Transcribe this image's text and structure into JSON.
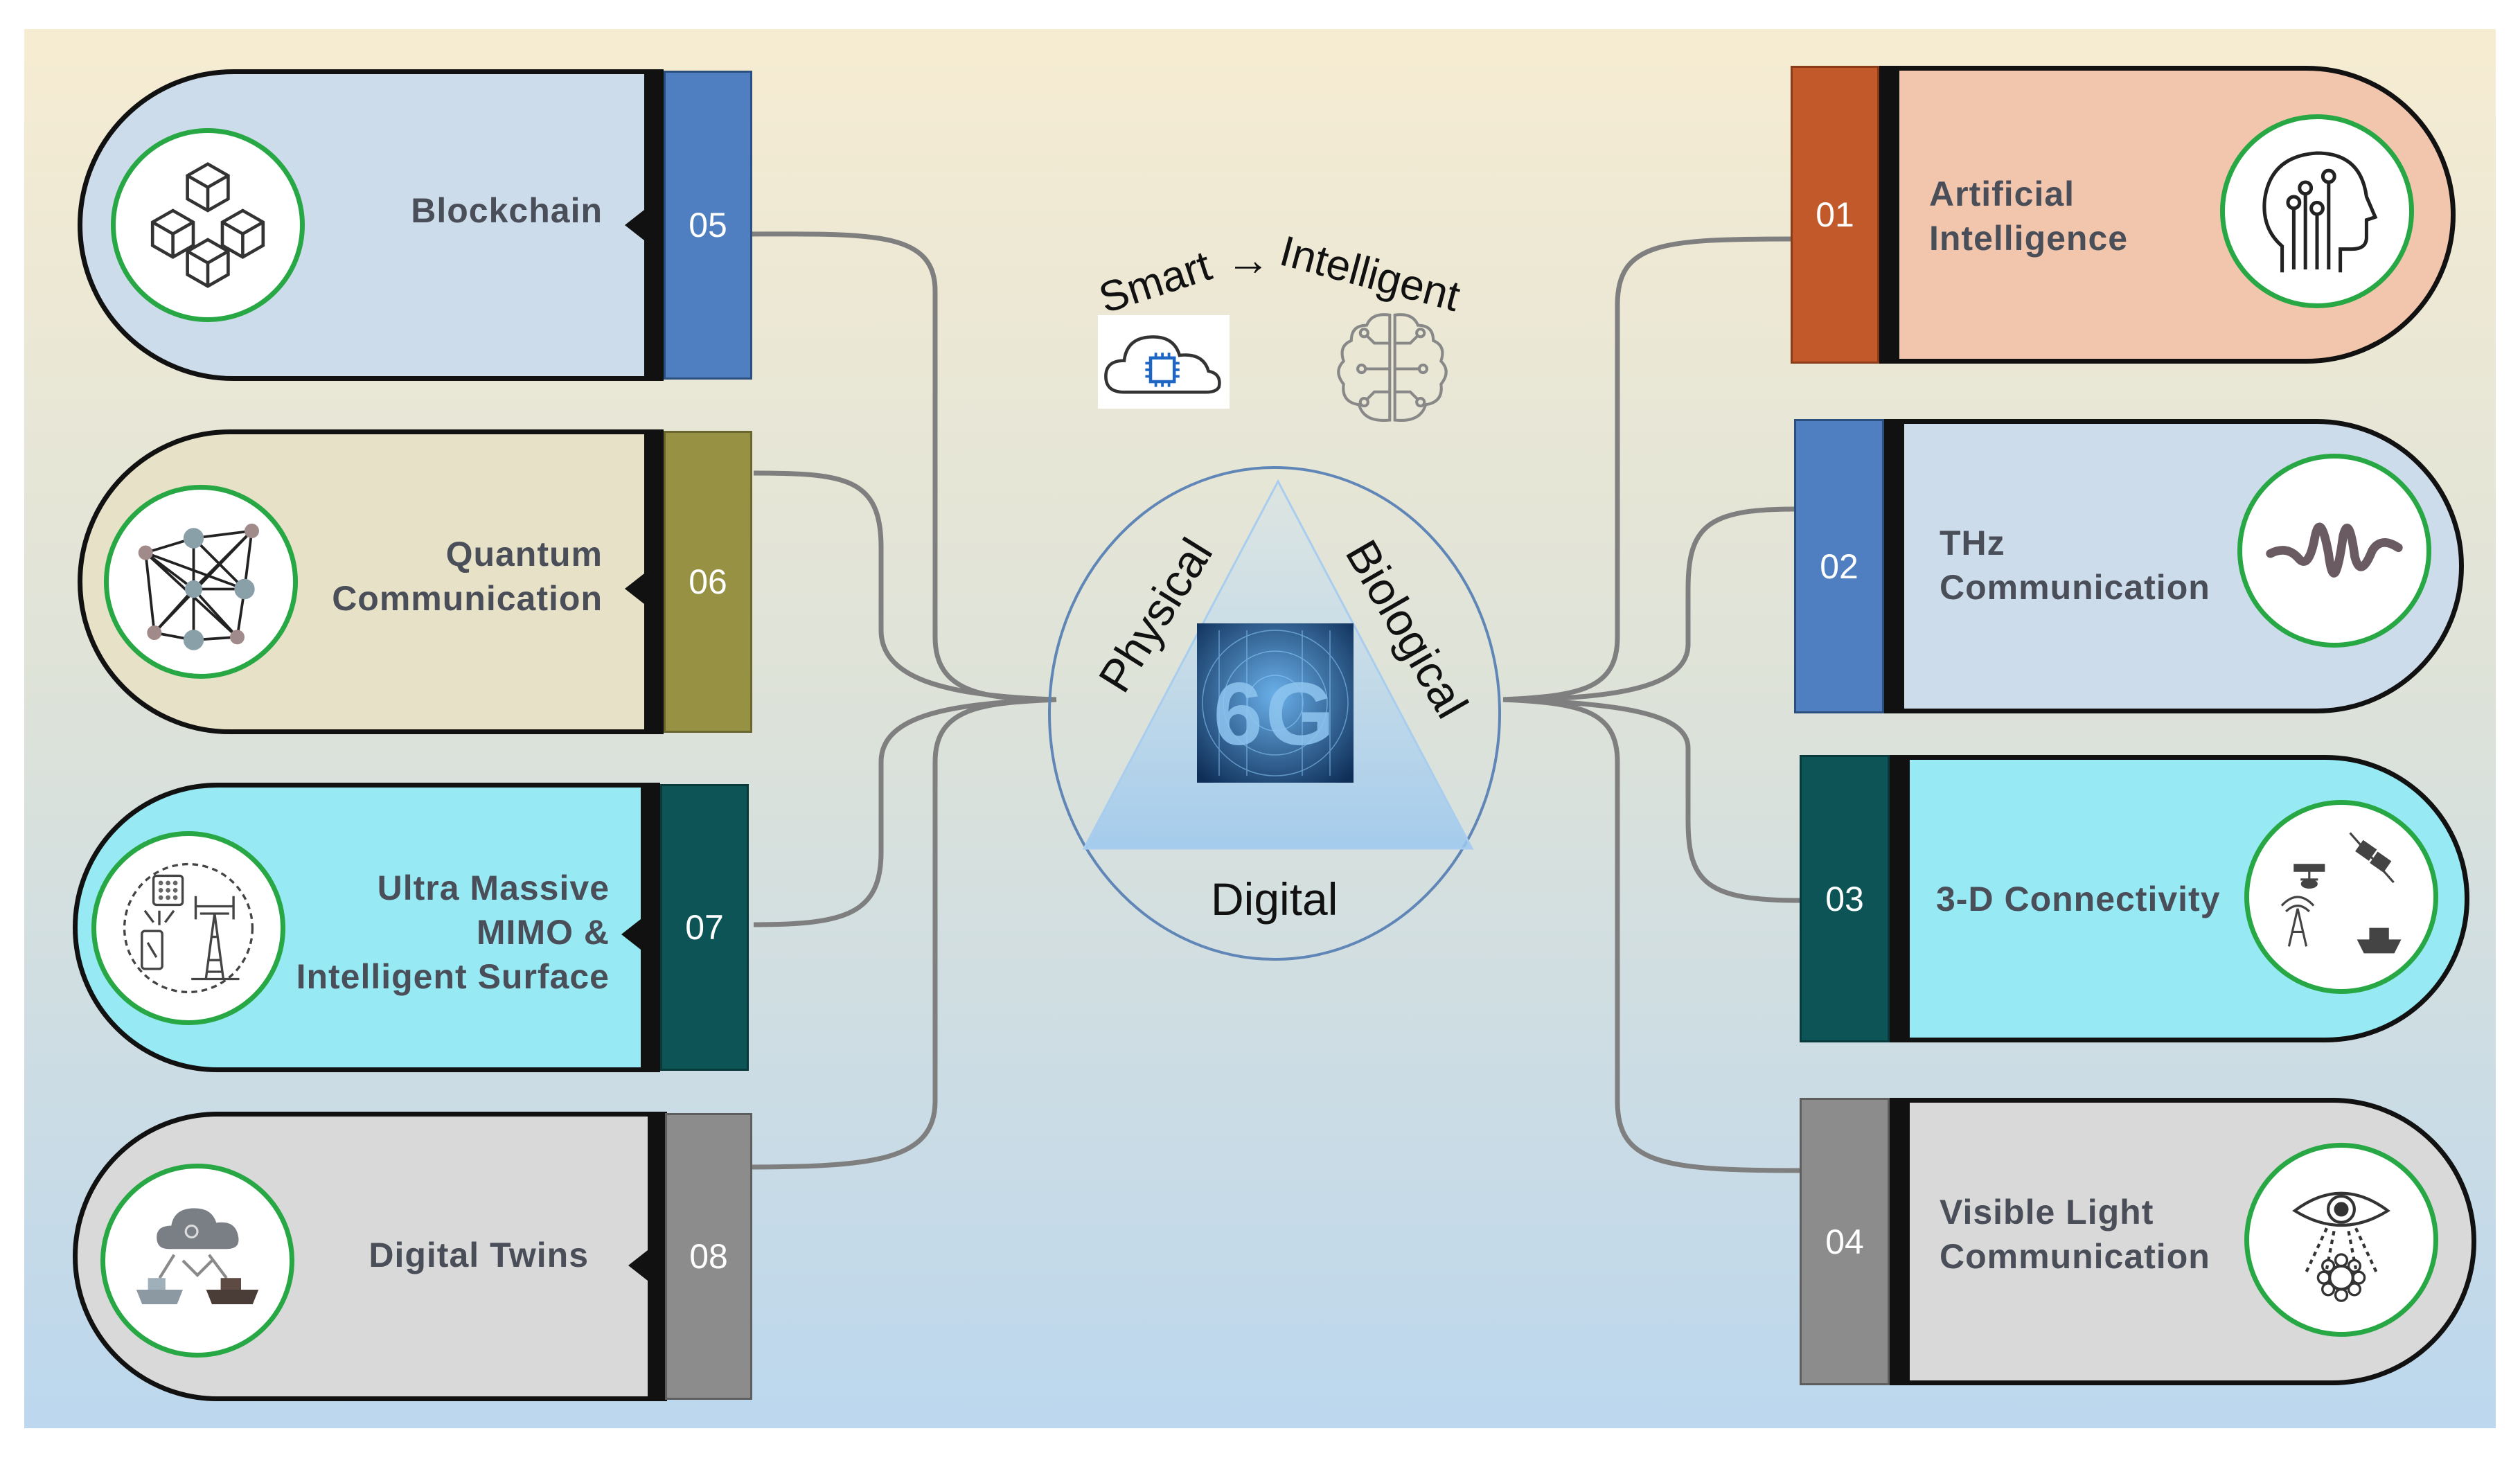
{
  "header": {
    "smart": "Smart",
    "arrow": "→",
    "intelligent": "Intelligent"
  },
  "center": {
    "core_label": "6G",
    "physical": "Physical",
    "biological": "Biological",
    "digital": "Digital"
  },
  "panels": [
    {
      "number": "05",
      "lines": [
        "Blockchain"
      ],
      "icon": "blockchain-icon",
      "fill": "#cddceb",
      "box": "#4f7fc1"
    },
    {
      "number": "06",
      "lines": [
        "Quantum",
        "Communication"
      ],
      "icon": "quantum-network-icon",
      "fill": "#e7e2c7",
      "box": "#969143"
    },
    {
      "number": "07",
      "lines": [
        "Ultra Massive",
        "MIMO &",
        "Intelligent Surface"
      ],
      "icon": "mimo-antenna-icon",
      "fill": "#97eaf3",
      "box": "#0c5456"
    },
    {
      "number": "08",
      "lines": [
        "Digital Twins"
      ],
      "icon": "digital-twin-icon",
      "fill": "#d9d9d9",
      "box": "#8c8c8c"
    },
    {
      "number": "01",
      "lines": [
        "Artificial",
        "Intelligence"
      ],
      "icon": "ai-head-icon",
      "fill": "#f1c6ad",
      "box": "#c2592a"
    },
    {
      "number": "02",
      "lines": [
        "THz",
        "Communication"
      ],
      "icon": "thz-wave-icon",
      "fill": "#cddceb",
      "box": "#4f7fc1"
    },
    {
      "number": "03",
      "lines": [
        "3-D Connectivity"
      ],
      "icon": "3d-connectivity-icon",
      "fill": "#97eaf3",
      "box": "#0c5456"
    },
    {
      "number": "04",
      "lines": [
        "Visible Light",
        "Communication"
      ],
      "icon": "visible-light-eye-icon",
      "fill": "#d9d9d9",
      "box": "#8c8c8c"
    }
  ],
  "colors": {
    "icon_ring": "#27a844",
    "connector": "#7f7f7f",
    "border": "#111111"
  }
}
